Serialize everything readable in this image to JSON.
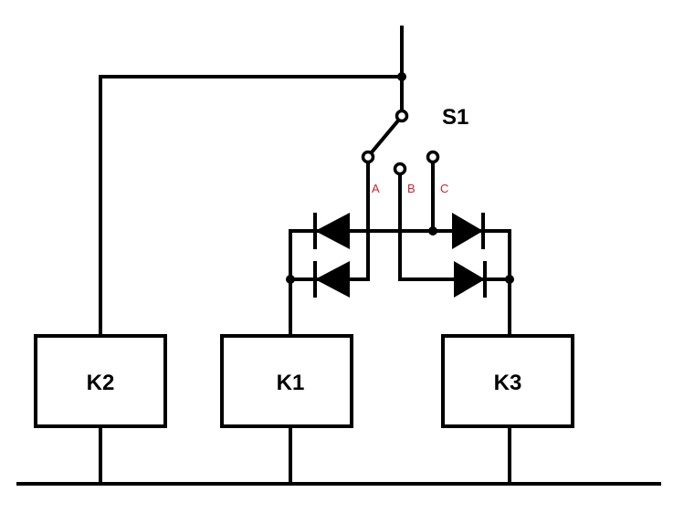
{
  "switch": {
    "label": "S1"
  },
  "terminals": [
    {
      "id": "A",
      "label": "A"
    },
    {
      "id": "B",
      "label": "B"
    },
    {
      "id": "C",
      "label": "C"
    }
  ],
  "boxes": [
    {
      "id": "K2",
      "label": "K2"
    },
    {
      "id": "K1",
      "label": "K1"
    },
    {
      "id": "K3",
      "label": "K3"
    }
  ],
  "colors": {
    "line": "#000000",
    "terminal_label": "#d0202c",
    "background": "#ffffff"
  }
}
